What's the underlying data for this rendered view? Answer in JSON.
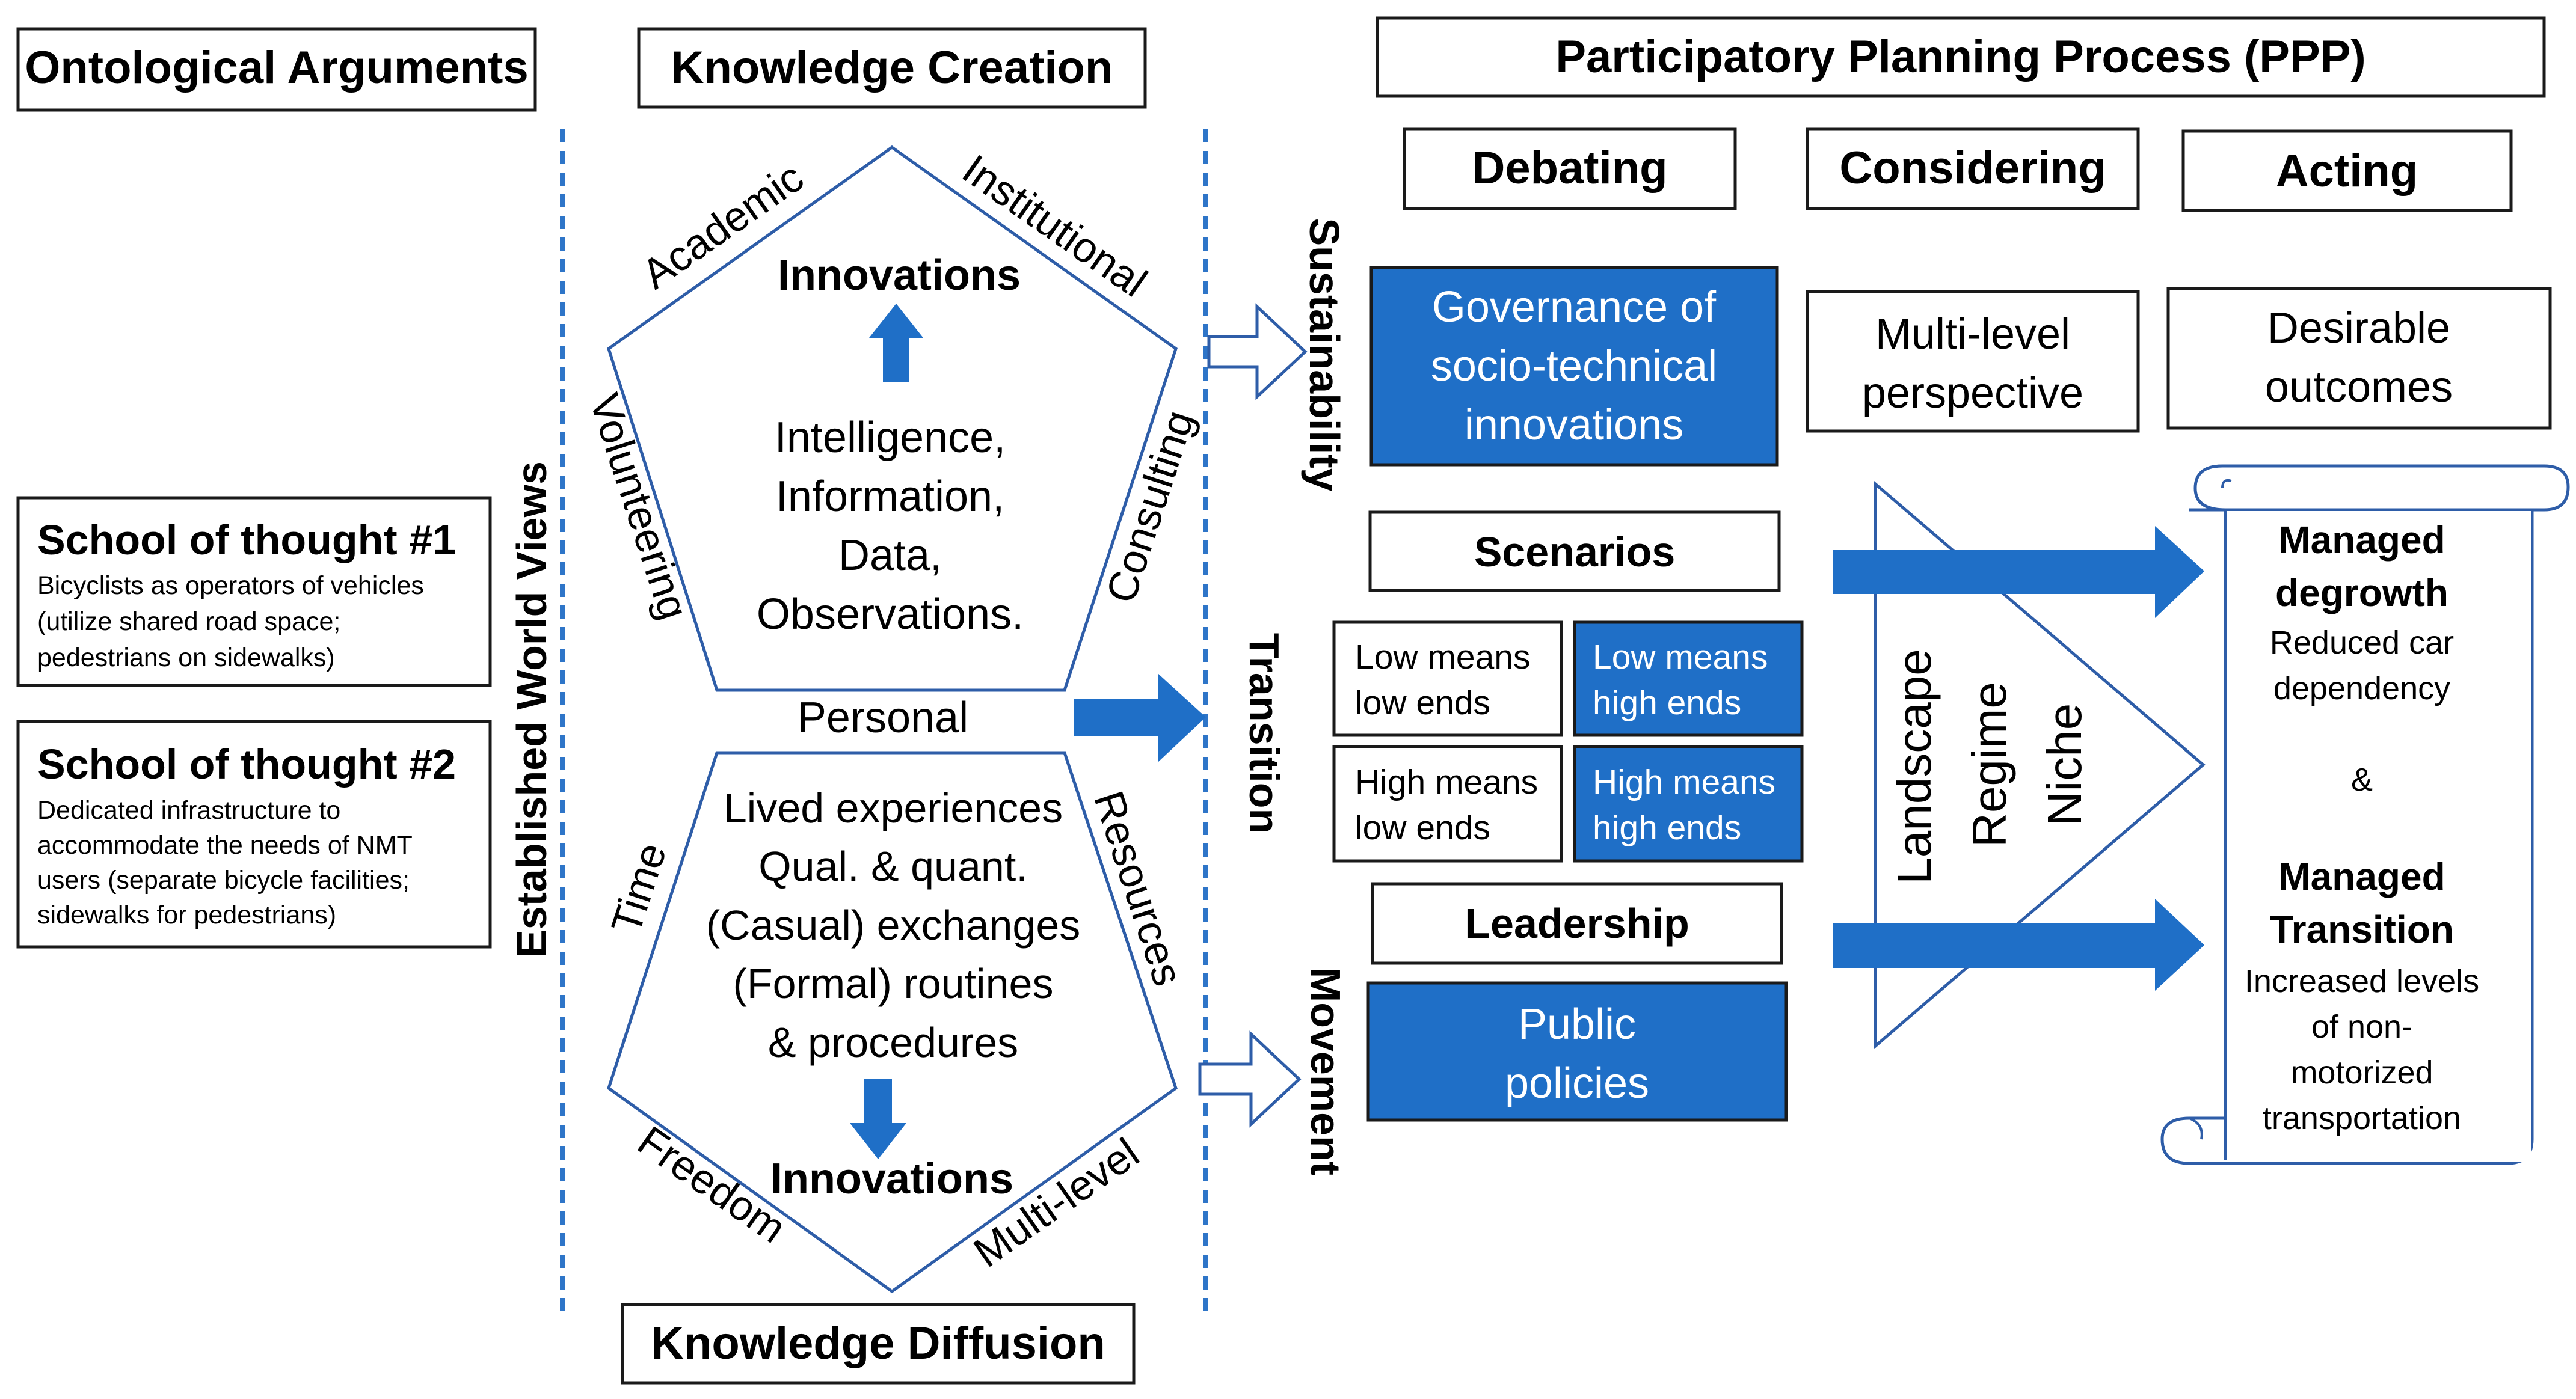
{
  "colors": {
    "blue": "#1f6fc7",
    "border": "#1a1a1a",
    "line": "#2e5da8",
    "dash": "#2e75c8"
  },
  "headers": {
    "ontological": "Ontological Arguments",
    "knowledge_creation": "Knowledge Creation",
    "ppp": "Participatory Planning Process (PPP)",
    "knowledge_diffusion": "Knowledge Diffusion",
    "debating": "Debating",
    "considering": "Considering",
    "acting": "Acting"
  },
  "left": {
    "world_views": "Established World Views",
    "school1": {
      "title": "School of thought #1",
      "lines": [
        "Bicyclists as operators of vehicles",
        "(utilize shared road space;",
        "pedestrians on sidewalks)"
      ]
    },
    "school2": {
      "title": "School of thought #2",
      "lines": [
        "Dedicated infrastructure to",
        "accommodate the needs of NMT",
        "users (separate bicycle facilities;",
        "sidewalks for pedestrians)"
      ]
    }
  },
  "pentagon_top": {
    "academic": "Academic",
    "institutional": "Institutional",
    "volunteering": "Volunteering",
    "consulting": "Consulting",
    "innovations": "Innovations",
    "lines": [
      "Intelligence,",
      "Information,",
      "Data,",
      "Observations."
    ]
  },
  "personal": "Personal",
  "pentagon_bottom": {
    "time": "Time",
    "resources": "Resources",
    "freedom": "Freedom",
    "multilevel": "Multi-level",
    "innovations": "Innovations",
    "lines": [
      "Lived experiences",
      "Qual. & quant.",
      "(Casual) exchanges",
      "(Formal) routines",
      "& procedures"
    ]
  },
  "vertical": {
    "sustainability": "Sustainability",
    "transition": "Transition",
    "movement": "Movement"
  },
  "boxes": {
    "governance": [
      "Governance of",
      "socio-technical",
      "innovations"
    ],
    "multilevel": [
      "Multi-level",
      "perspective"
    ],
    "desirable": [
      "Desirable",
      "outcomes"
    ],
    "scenarios": "Scenarios",
    "low_low": [
      "Low means",
      "low ends"
    ],
    "low_high": [
      "Low means",
      "high ends"
    ],
    "high_low": [
      "High means",
      "low ends"
    ],
    "high_high": [
      "High means",
      "high ends"
    ],
    "leadership": "Leadership",
    "public": [
      "Public",
      "policies"
    ]
  },
  "triangle": {
    "landscape": "Landscape",
    "regime": "Regime",
    "niche": "Niche"
  },
  "scroll": {
    "degrowth_title": [
      "Managed",
      "degrowth"
    ],
    "degrowth_text": [
      "Reduced car",
      "dependency"
    ],
    "amp": "&",
    "transition_title": [
      "Managed",
      "Transition"
    ],
    "transition_text": [
      "Increased levels",
      "of non-",
      "motorized",
      "transportation"
    ]
  }
}
